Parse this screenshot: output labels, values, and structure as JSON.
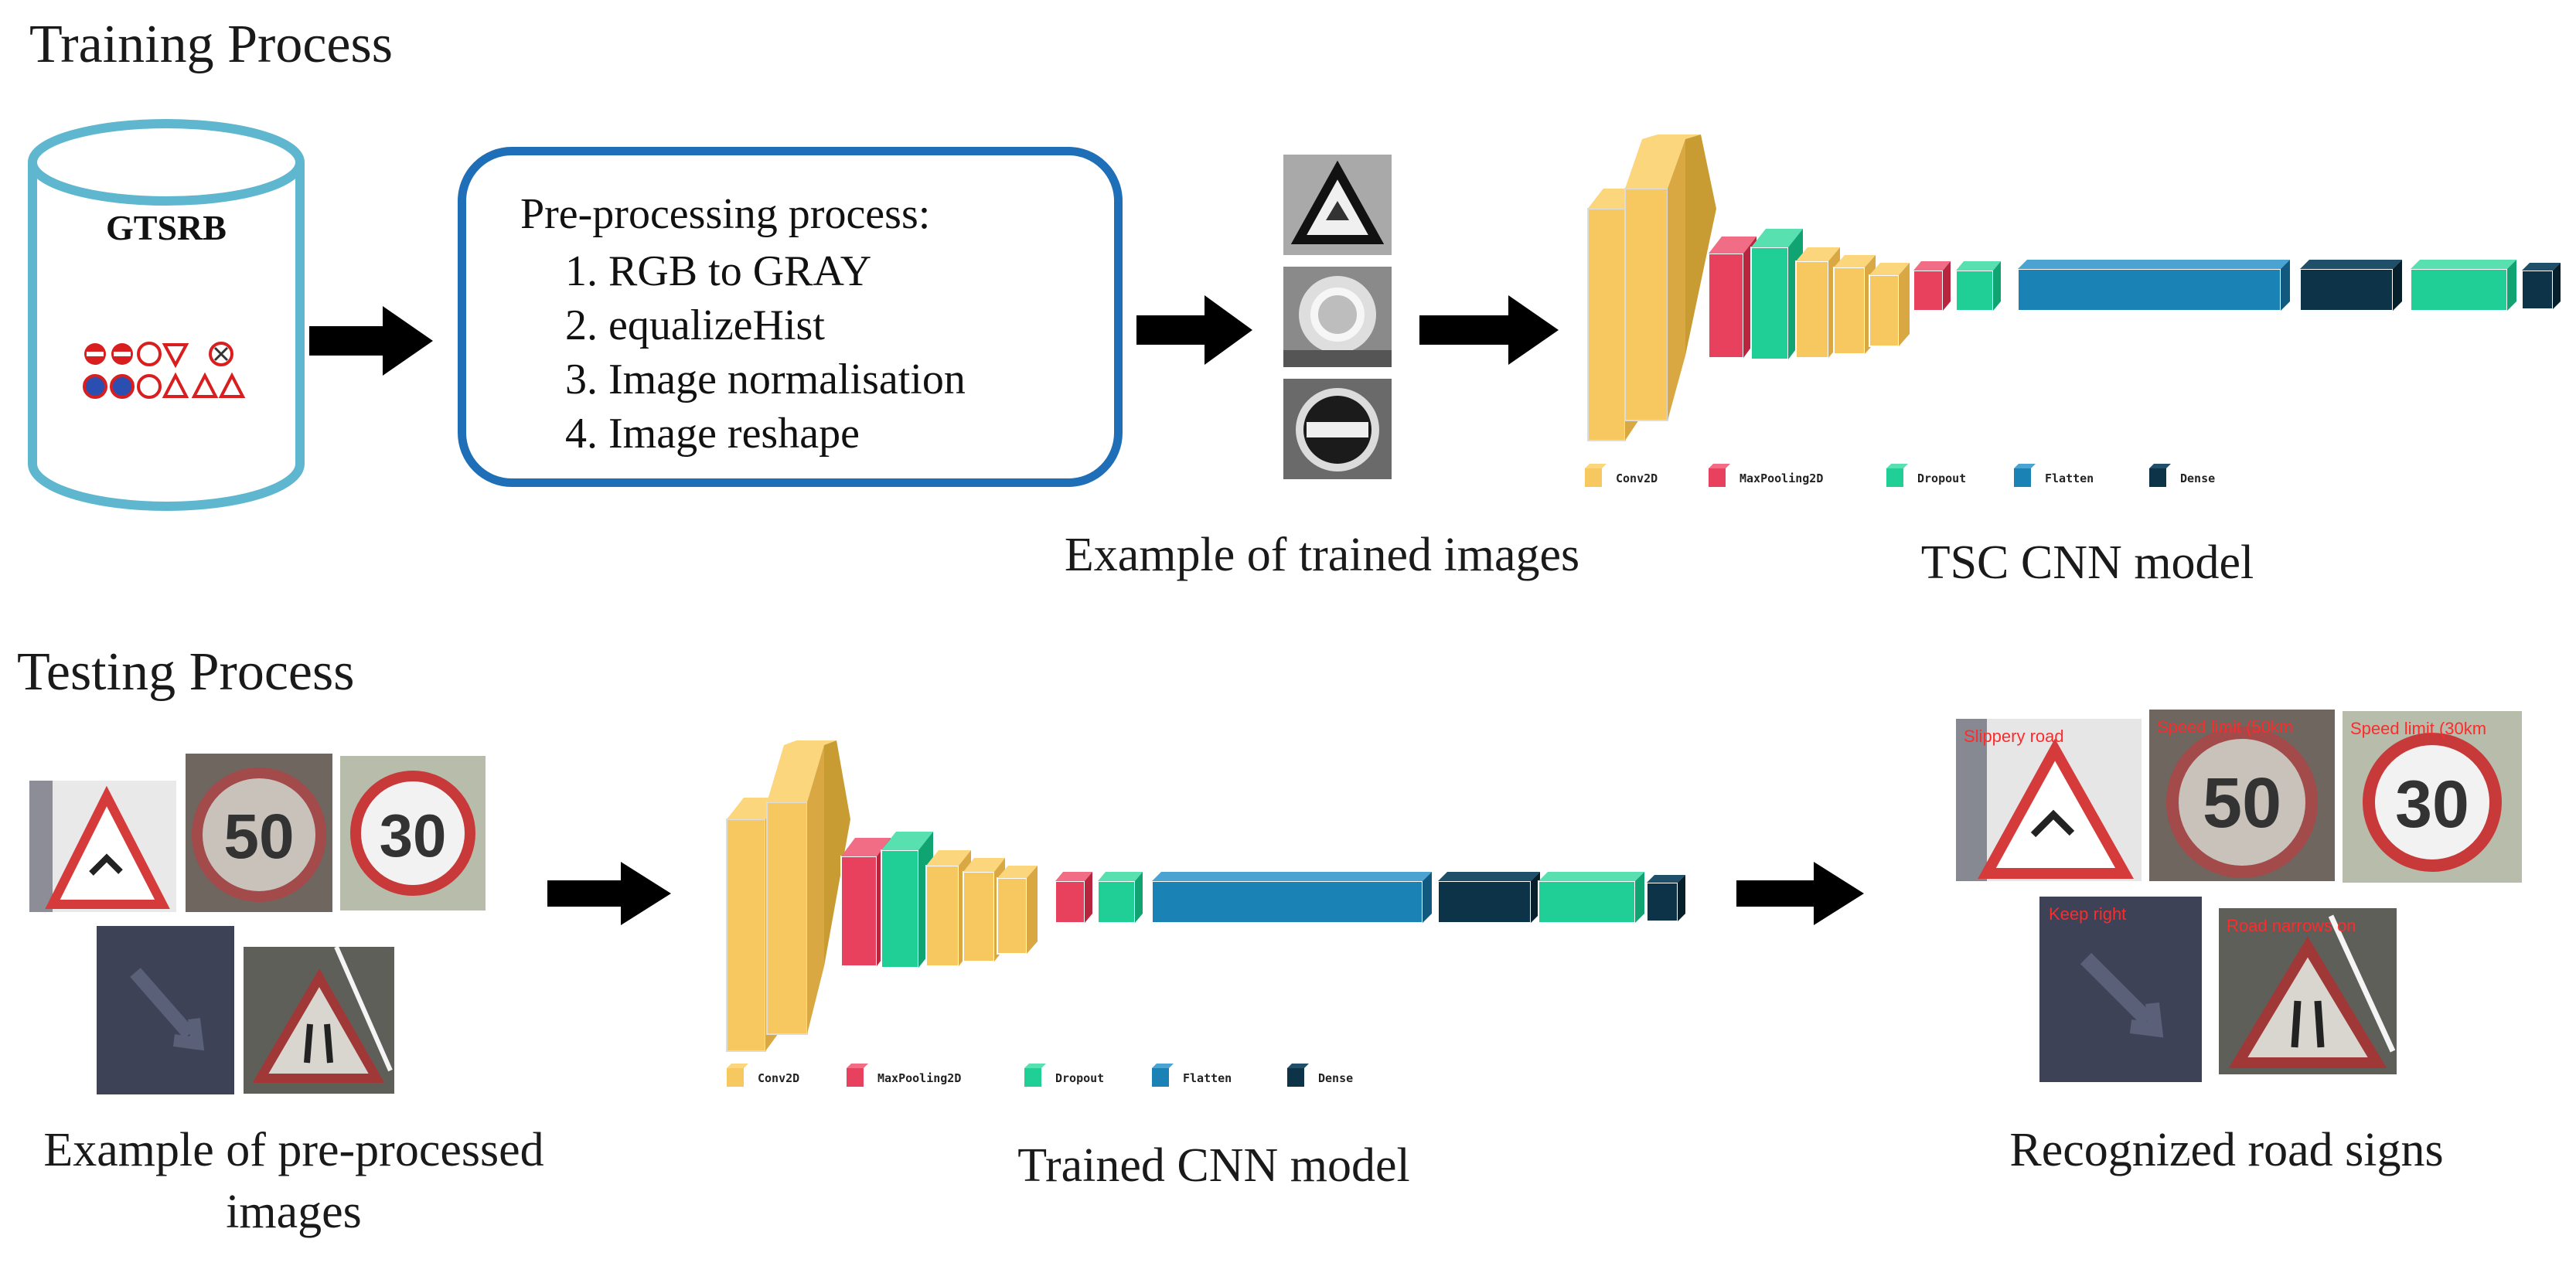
{
  "training": {
    "title": "Training Process",
    "dataset_label": "GTSRB",
    "preprocessing": {
      "title": "Pre-processing process:",
      "steps": [
        "1. RGB to GRAY",
        "2. equalizeHist",
        "3. Image normalisation",
        "4. Image reshape"
      ]
    },
    "trained_images_caption": "Example of trained images",
    "model_caption": "TSC CNN model"
  },
  "testing": {
    "title": "Testing Process",
    "preprocessed_caption_line1": "Example of pre-processed",
    "preprocessed_caption_line2": "images",
    "model_caption": "Trained CNN model",
    "recognized_caption": "Recognized road signs",
    "sign_values": {
      "speed_50": "50",
      "speed_30": "30"
    },
    "recognized_labels": [
      "Slippery road",
      "Speed limit (50km",
      "Speed limit (30km",
      "Keep right",
      "Road narrows on"
    ]
  },
  "legend": {
    "items": [
      {
        "label": "Conv2D",
        "color": "#f6c85f"
      },
      {
        "label": "MaxPooling2D",
        "color": "#e8415e"
      },
      {
        "label": "Dropout",
        "color": "#1fcf95"
      },
      {
        "label": "Flatten",
        "color": "#1b82b6"
      },
      {
        "label": "Dense",
        "color": "#0d3349"
      }
    ]
  },
  "colors": {
    "box_border": "#1f6fb8",
    "cylinder_border": "#5fb7cf",
    "arrow": "#000000"
  },
  "icons": [
    "database-cylinder-icon",
    "right-arrow-icon",
    "cnn-architecture-icon",
    "traffic-sign-icon"
  ]
}
